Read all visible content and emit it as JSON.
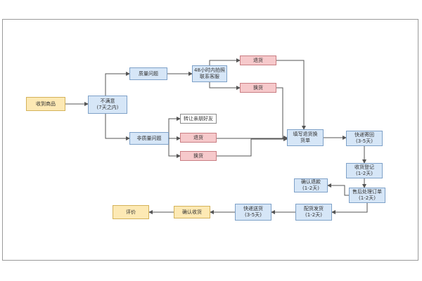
{
  "colors": {
    "yellow": {
      "fill": "#fde9b4",
      "stroke": "#d4b25a"
    },
    "blue": {
      "fill": "#d6e6f7",
      "stroke": "#7ea1c8"
    },
    "red": {
      "fill": "#f6c9cb",
      "stroke": "#c97e83"
    },
    "white": {
      "fill": "#ffffff",
      "stroke": "#8c8c8c"
    },
    "wire": "#555555"
  },
  "nodes": [
    {
      "id": "receive",
      "label": "收到商品",
      "color": "yellow"
    },
    {
      "id": "unsatisfied",
      "label": "不满意\n(7天之内)",
      "color": "blue"
    },
    {
      "id": "quality",
      "label": "质量问题",
      "color": "blue"
    },
    {
      "id": "contact",
      "label": "48小时内拍照\n联系客服",
      "color": "blue"
    },
    {
      "id": "return1",
      "label": "退货",
      "color": "red"
    },
    {
      "id": "exchange1",
      "label": "换货",
      "color": "red"
    },
    {
      "id": "nonquality",
      "label": "非质量问题",
      "color": "blue"
    },
    {
      "id": "transfer",
      "label": "转让亲朋好友",
      "color": "white"
    },
    {
      "id": "return2",
      "label": "退货",
      "color": "red"
    },
    {
      "id": "exchange2",
      "label": "换货",
      "color": "red"
    },
    {
      "id": "fillform",
      "label": "填写退货换\n货单",
      "color": "blue"
    },
    {
      "id": "shipback",
      "label": "快递寄回\n(3-5天)",
      "color": "blue"
    },
    {
      "id": "register",
      "label": "收货登记\n(1-2天)",
      "color": "blue"
    },
    {
      "id": "aftersales",
      "label": "售后处理订单\n(1-2天)",
      "color": "blue"
    },
    {
      "id": "refund",
      "label": "确认退款\n(1-2天)",
      "color": "blue"
    },
    {
      "id": "dispatch",
      "label": "配货发货\n(1-2天)",
      "color": "blue"
    },
    {
      "id": "delivery",
      "label": "快递送货\n(3-5天)",
      "color": "blue"
    },
    {
      "id": "confirm",
      "label": "确认收货",
      "color": "yellow"
    },
    {
      "id": "review",
      "label": "评价",
      "color": "yellow"
    }
  ],
  "edges": [
    {
      "from": "receive",
      "to": "unsatisfied"
    },
    {
      "from": "unsatisfied",
      "to": "quality"
    },
    {
      "from": "unsatisfied",
      "to": "nonquality"
    },
    {
      "from": "quality",
      "to": "contact"
    },
    {
      "from": "contact",
      "to": "return1"
    },
    {
      "from": "contact",
      "to": "exchange1"
    },
    {
      "from": "return1",
      "to": "fillform"
    },
    {
      "from": "exchange1",
      "to": "fillform"
    },
    {
      "from": "nonquality",
      "to": "transfer"
    },
    {
      "from": "nonquality",
      "to": "return2"
    },
    {
      "from": "nonquality",
      "to": "exchange2"
    },
    {
      "from": "return2",
      "to": "fillform"
    },
    {
      "from": "exchange2",
      "to": "fillform"
    },
    {
      "from": "fillform",
      "to": "shipback"
    },
    {
      "from": "shipback",
      "to": "register"
    },
    {
      "from": "register",
      "to": "aftersales"
    },
    {
      "from": "aftersales",
      "to": "refund"
    },
    {
      "from": "aftersales",
      "to": "dispatch"
    },
    {
      "from": "dispatch",
      "to": "delivery"
    },
    {
      "from": "delivery",
      "to": "confirm"
    },
    {
      "from": "confirm",
      "to": "review"
    }
  ]
}
